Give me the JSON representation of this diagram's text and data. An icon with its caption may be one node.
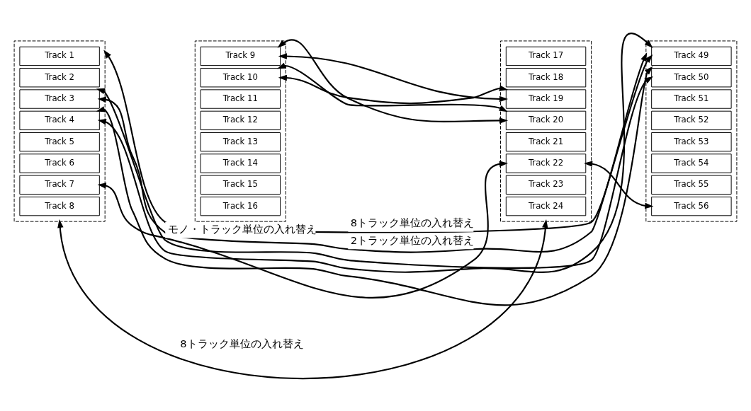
{
  "diagram": {
    "nodes": [
      {
        "text": [],
        "shape": "box"
      },
      {
        "text": [
          "Track 1"
        ],
        "in": 0
      },
      {
        "text": [
          "Track 2"
        ],
        "in": 0
      },
      {
        "text": [
          "Track 3"
        ],
        "in": 0
      },
      {
        "text": [
          "Track 4"
        ],
        "in": 0
      },
      {
        "text": [
          "Track 5"
        ],
        "in": 0
      },
      {
        "text": [
          "Track 6"
        ],
        "in": 0
      },
      {
        "text": [
          "Track 7"
        ],
        "in": 0
      },
      {
        "text": [
          "Track 8"
        ],
        "in": 0
      },
      {
        "text": [],
        "shape": "box"
      },
      {
        "text": [
          "Track 9"
        ],
        "in": 9
      },
      {
        "text": [
          "Track 10"
        ],
        "in": 9
      },
      {
        "text": [
          "Track 11"
        ],
        "in": 9
      },
      {
        "text": [
          "Track 12"
        ],
        "in": 9
      },
      {
        "text": [
          "Track 13"
        ],
        "in": 9
      },
      {
        "text": [
          "Track 14"
        ],
        "in": 9
      },
      {
        "text": [
          "Track 15"
        ],
        "in": 9
      },
      {
        "text": [
          "Track 16"
        ],
        "in": 9
      },
      {
        "text": [],
        "shape": "box"
      },
      {
        "text": [
          "Track 17"
        ],
        "in": 18
      },
      {
        "text": [
          "Track 18"
        ],
        "in": 18
      },
      {
        "text": [
          "Track 19"
        ],
        "in": 18
      },
      {
        "text": [
          "Track 20"
        ],
        "in": 18
      },
      {
        "text": [
          "Track 21"
        ],
        "in": 18
      },
      {
        "text": [
          "Track 22"
        ],
        "in": 18
      },
      {
        "text": [
          "Track 23"
        ],
        "in": 18
      },
      {
        "text": [
          "Track 24"
        ],
        "in": 18
      },
      {
        "text": [],
        "shape": "box"
      },
      {
        "text": [
          "Track 49"
        ],
        "in": 27
      },
      {
        "text": [
          "Track 50"
        ],
        "in": 27
      },
      {
        "text": [
          "Track 51"
        ],
        "in": 27
      },
      {
        "text": [
          "Track 52"
        ],
        "in": 27
      },
      {
        "text": [
          "Track 53"
        ],
        "in": 27
      },
      {
        "text": [
          "Track 54"
        ],
        "in": 27
      },
      {
        "text": [
          "Track 55"
        ],
        "in": 27
      },
      {
        "text": [
          "Track 56"
        ],
        "in": 27
      }
    ],
    "edges": [
      {
        "from": 0,
        "to": 27,
        "arrow": "both",
        "label": "8トラック単位の入れ替え"
      },
      {
        "from": 3,
        "to": 28,
        "arrow": "both",
        "label": "2トラック単位の入れ替え"
      },
      {
        "from": 3,
        "to": 29,
        "arrow": "both"
      },
      {
        "from": 4,
        "to": 28,
        "arrow": "both"
      },
      {
        "from": 4,
        "to": 29,
        "arrow": "both"
      },
      {
        "from": 10,
        "to": 21,
        "arrow": "both"
      },
      {
        "from": 10,
        "to": 22,
        "arrow": "both"
      },
      {
        "from": 11,
        "to": 21,
        "arrow": "both"
      },
      {
        "from": 11,
        "to": 22,
        "arrow": "both"
      },
      {
        "from": 24,
        "to": 35,
        "arrow": "both"
      },
      {
        "from": 7,
        "to": 24,
        "arrow": "both",
        "label": "モノ・トラック単位の入れ替え"
      },
      {
        "from": 0,
        "to": 18,
        "arrow": "both",
        "label": "8トラック単位の入れ替え"
      }
    ]
  }
}
